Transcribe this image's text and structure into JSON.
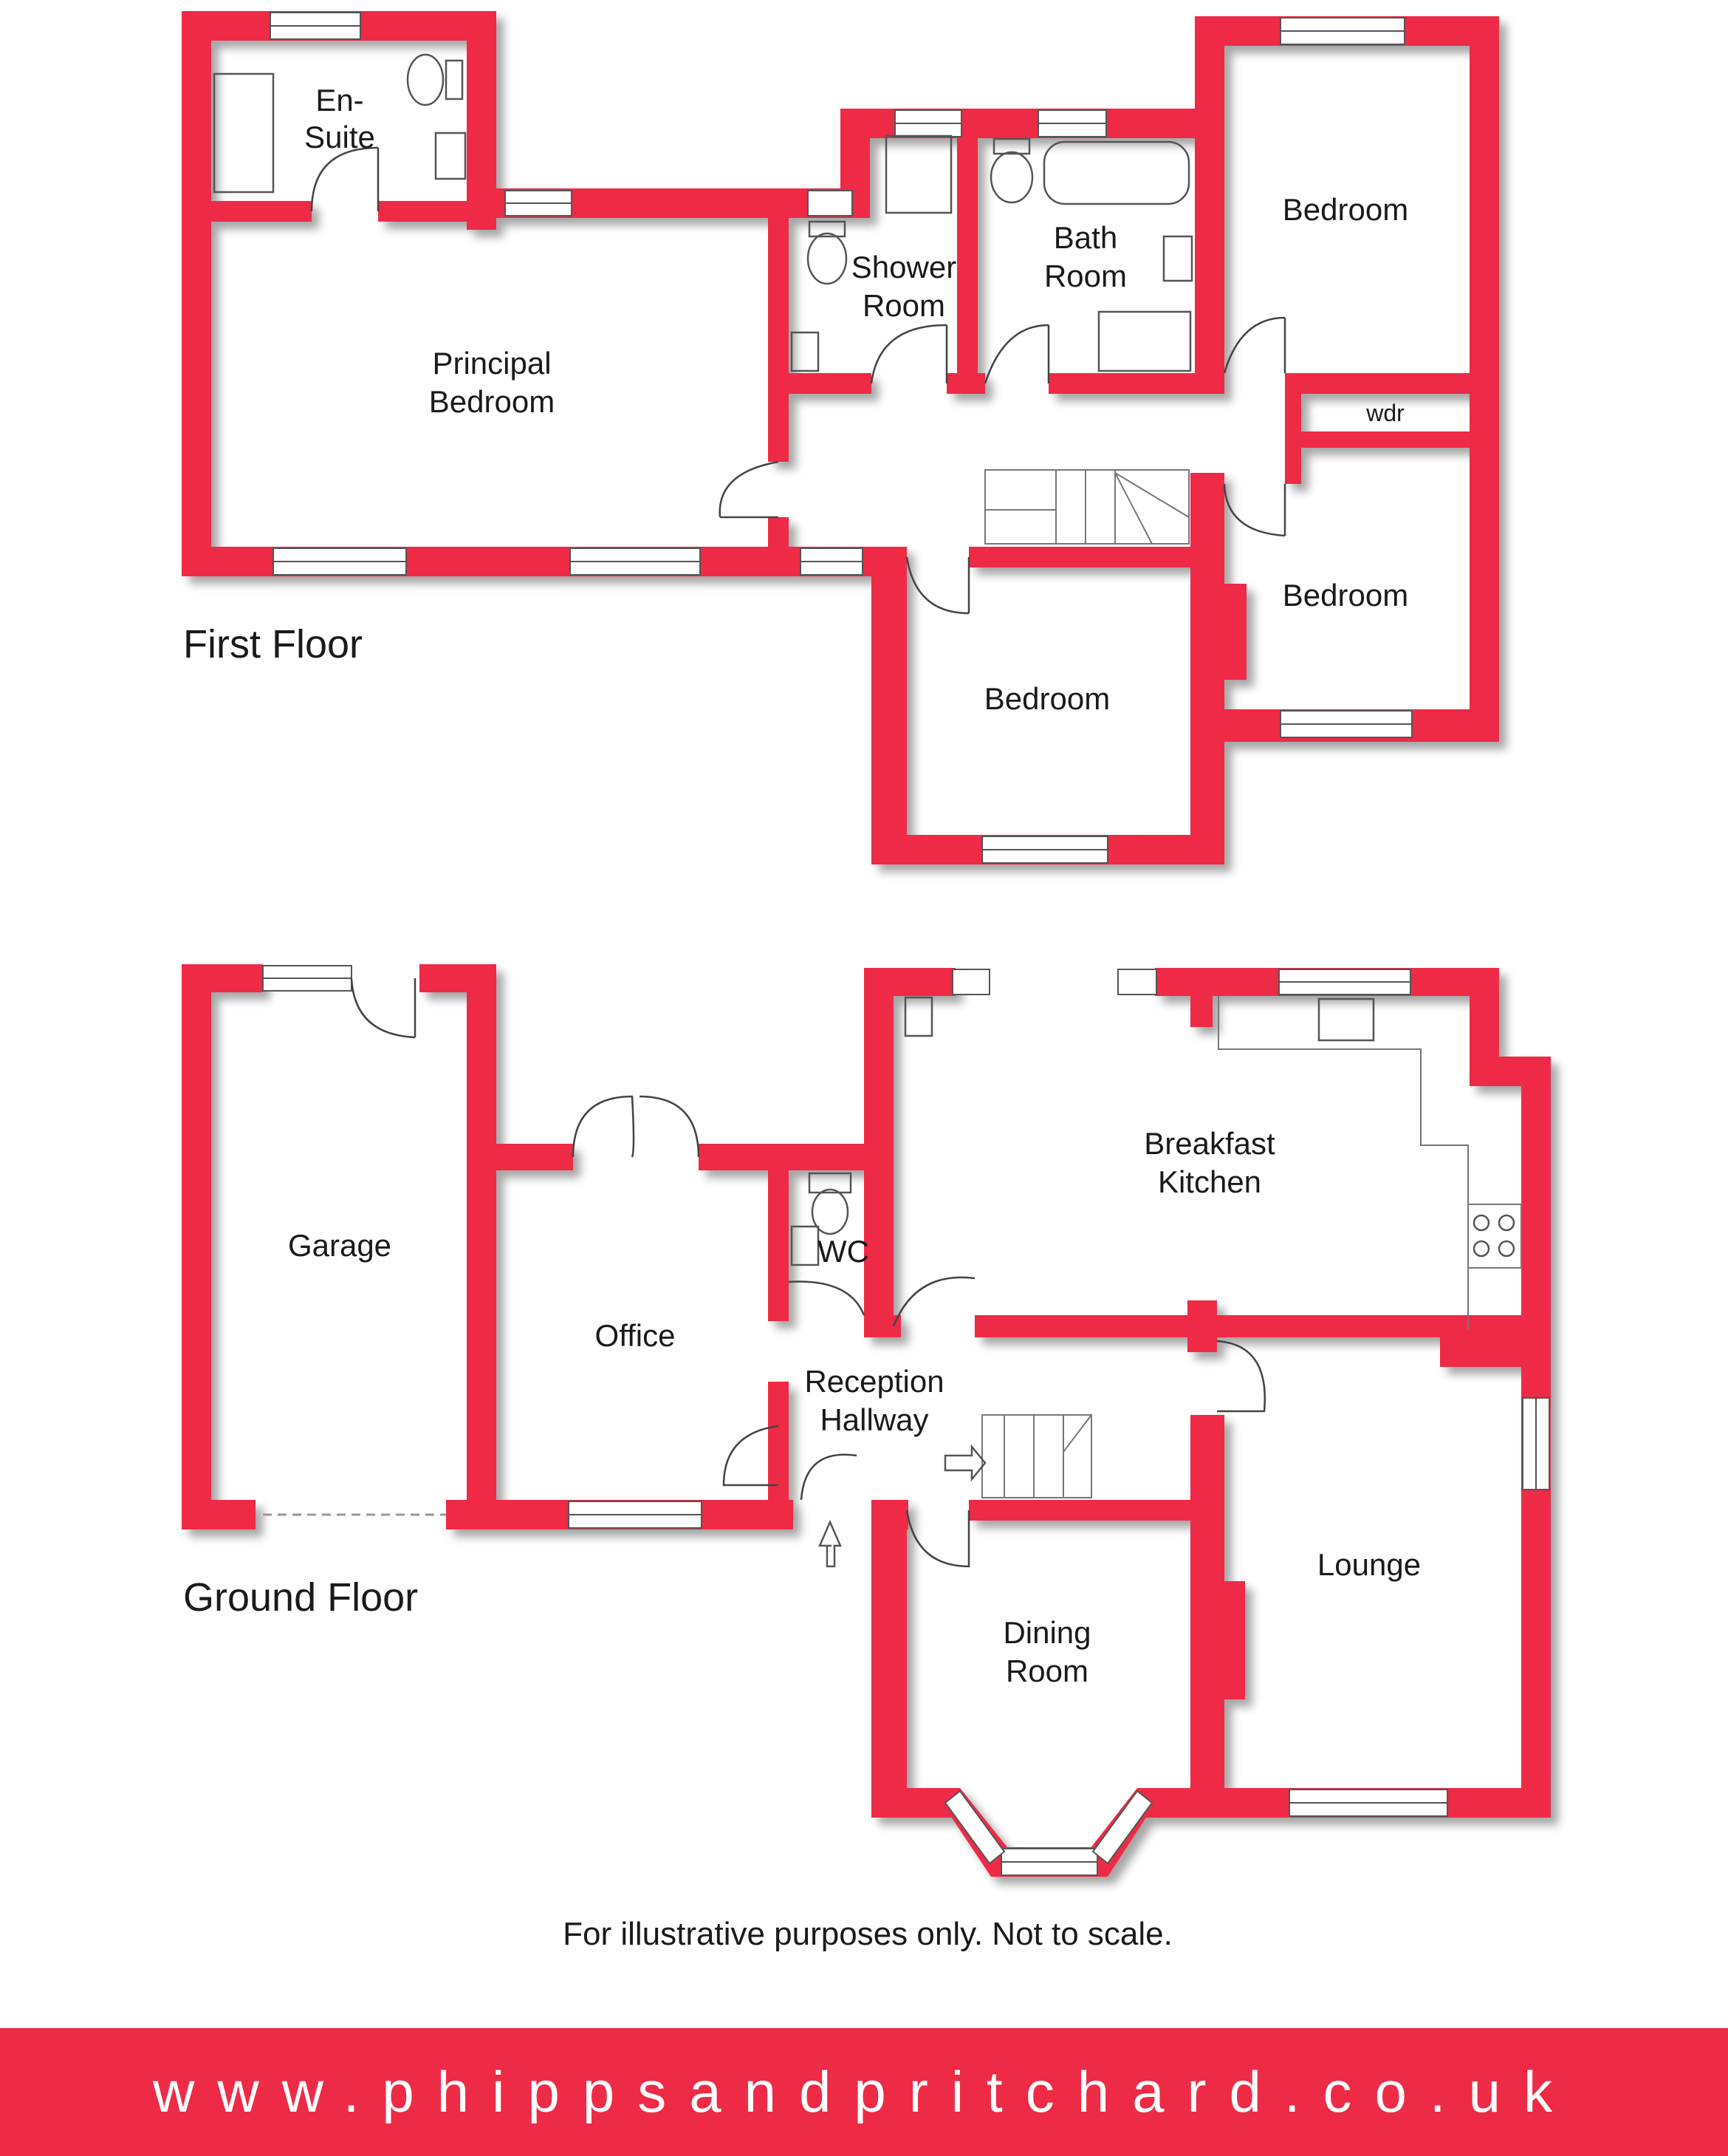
{
  "first_floor": {
    "label": "First Floor",
    "rooms": {
      "en_suite": [
        "En-",
        "Suite"
      ],
      "principal_bedroom": [
        "Principal",
        "Bedroom"
      ],
      "shower_room": [
        "Shower",
        "Room"
      ],
      "bath_room": [
        "Bath",
        "Room"
      ],
      "bedroom_2": "Bedroom",
      "wardrobe": "wdr",
      "bedroom_3": "Bedroom",
      "bedroom_4": "Bedroom"
    }
  },
  "ground_floor": {
    "label": "Ground Floor",
    "rooms": {
      "garage": "Garage",
      "office": "Office",
      "wc": "WC",
      "breakfast_kitchen": [
        "Breakfast",
        "Kitchen"
      ],
      "reception_hallway": [
        "Reception",
        "Hallway"
      ],
      "dining_room": [
        "Dining",
        "Room"
      ],
      "lounge": "Lounge"
    }
  },
  "disclaimer": "For illustrative purposes only. Not to scale.",
  "footer": {
    "url": "www.phippsandpritchard.co.uk"
  },
  "colors": {
    "wall": "#ee2b47",
    "footer_bg": "#ee2b47",
    "footer_text": "#ffffff",
    "text": "#1a1a1a"
  }
}
